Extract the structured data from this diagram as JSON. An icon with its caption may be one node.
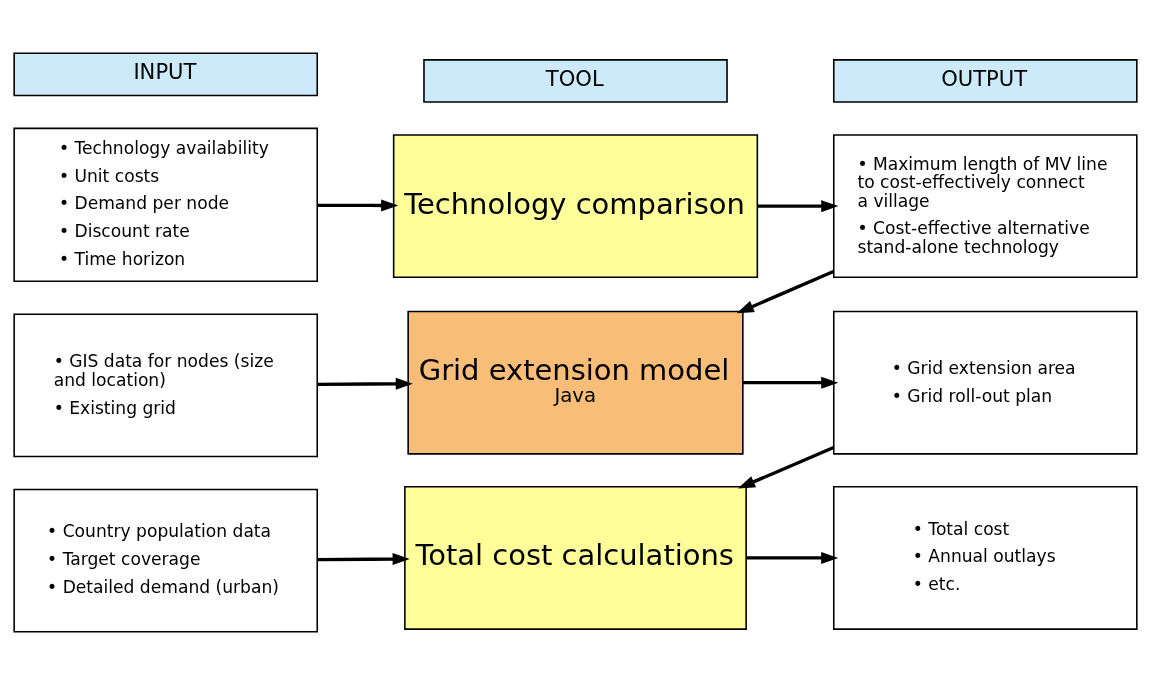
{
  "diagram": {
    "nodes": [
      {
        "text": [
          "INPUT"
        ]
      },
      {
        "text": [
          "TOOL"
        ]
      },
      {
        "text": [
          "OUTPUT"
        ]
      },
      {
        "text": [
          "• Technology availability",
          "• Unit costs",
          "• Demand per node",
          "• Discount rate",
          "• Time horizon"
        ]
      },
      {
        "text": [
          "Technology comparison"
        ]
      },
      {
        "text": [
          "• Maximum length of MV line to cost-effectively connect a village",
          "• Cost-effective alternative stand-alone technology"
        ]
      },
      {
        "text": [
          "• GIS data for nodes (size and location)",
          "• Existing grid"
        ]
      },
      {
        "text": [
          "Grid extension model",
          "Java"
        ]
      },
      {
        "text": [
          "• Grid extension area",
          "• Grid roll-out plan"
        ]
      },
      {
        "text": [
          "• Country population data",
          "• Target coverage",
          "• Detailed demand (urban)"
        ]
      },
      {
        "text": [
          "Total cost calculations"
        ]
      },
      {
        "text": [
          "• Total cost",
          "• Annual outlays",
          "• etc."
        ]
      }
    ],
    "edges": [
      {
        "from": 3,
        "to": 4,
        "arrow": "to"
      },
      {
        "from": 4,
        "to": 5,
        "arrow": "to"
      },
      {
        "from": 5,
        "to": 7,
        "arrow": "to"
      },
      {
        "from": 6,
        "to": 7,
        "arrow": "to"
      },
      {
        "from": 7,
        "to": 8,
        "arrow": "to"
      },
      {
        "from": 8,
        "to": 10,
        "arrow": "to"
      },
      {
        "from": 9,
        "to": 10,
        "arrow": "to"
      },
      {
        "from": 10,
        "to": 11,
        "arrow": "to"
      }
    ]
  }
}
